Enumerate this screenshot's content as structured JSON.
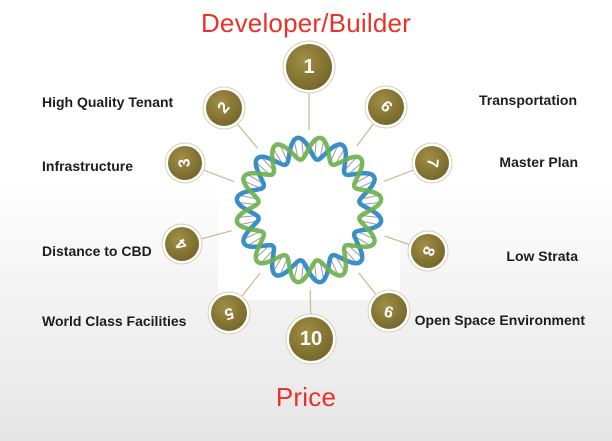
{
  "title_top": "Developer/Builder",
  "title_bottom": "Price",
  "colors": {
    "title": "#e8322a",
    "node_fill": "#8b7a33",
    "node_ring": "#ffffff",
    "connector": "#c9b890",
    "helix_blue": "#3a8fc7",
    "helix_green": "#6ab04c"
  },
  "nodes": [
    {
      "number": "1",
      "label": ""
    },
    {
      "number": "2",
      "label": "High Quality Tenant"
    },
    {
      "number": "3",
      "label": "Infrastructure"
    },
    {
      "number": "4",
      "label": "Distance to CBD"
    },
    {
      "number": "5",
      "label": "World Class Facilities"
    },
    {
      "number": "6",
      "label": "Transportation"
    },
    {
      "number": "7",
      "label": "Master Plan"
    },
    {
      "number": "8",
      "label": "Low Strata"
    },
    {
      "number": "9",
      "label": "Open Space Environment"
    },
    {
      "number": "10",
      "label": ""
    }
  ]
}
